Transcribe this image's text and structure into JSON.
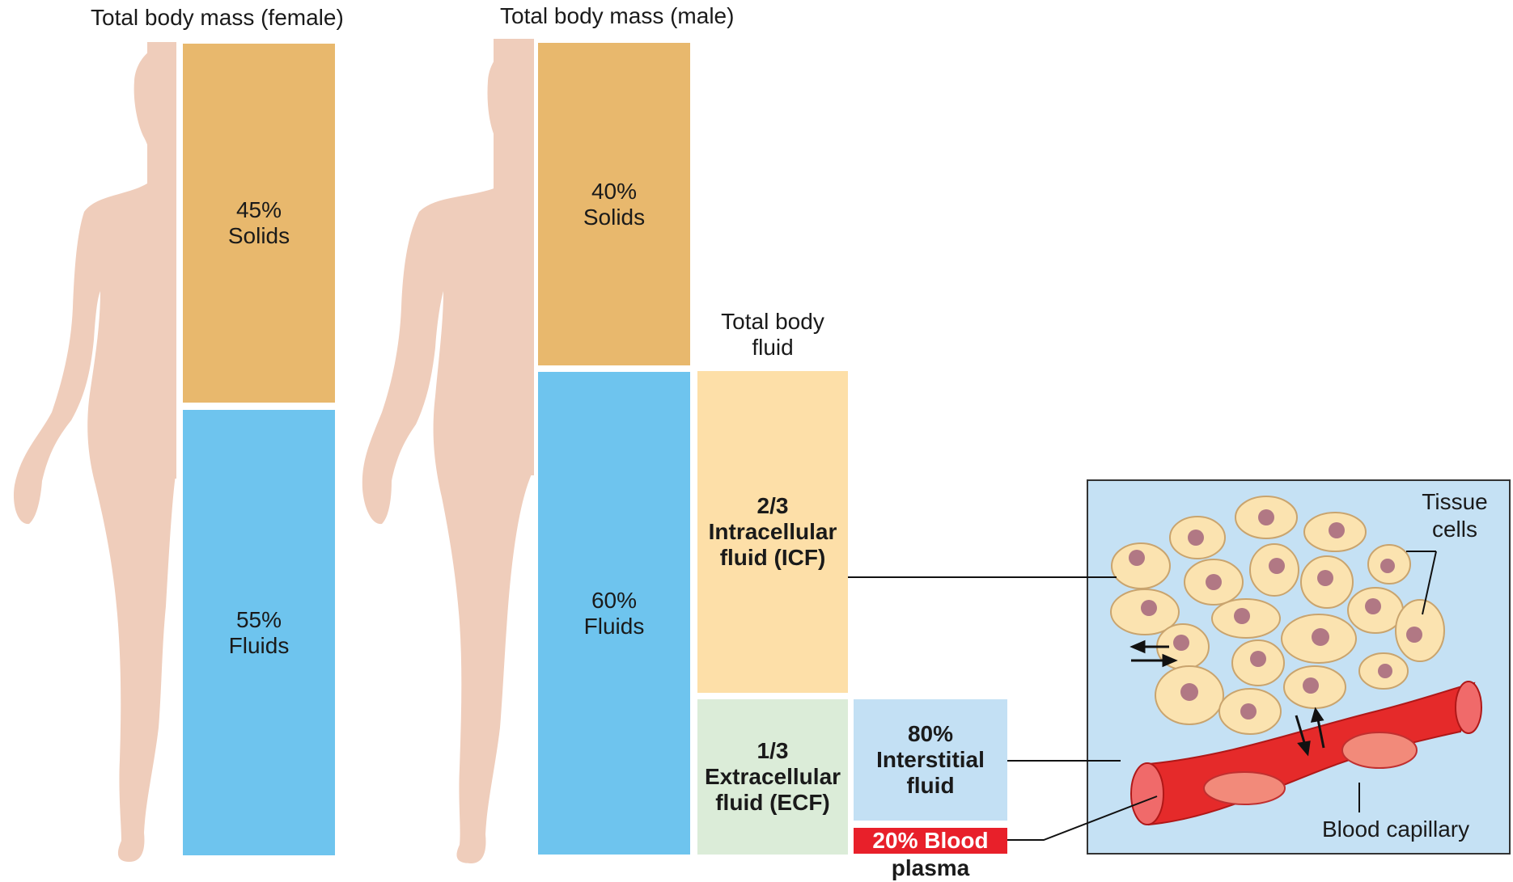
{
  "female": {
    "title": "Total body mass (female)",
    "solids": {
      "pct": "45%",
      "label": "Solids"
    },
    "fluids": {
      "pct": "55%",
      "label": "Fluids"
    }
  },
  "male": {
    "title": "Total body mass (male)",
    "solids": {
      "pct": "40%",
      "label": "Solids"
    },
    "fluids": {
      "pct": "60%",
      "label": "Fluids"
    }
  },
  "total_fluid": {
    "line1": "Total body",
    "line2": "fluid"
  },
  "icf": {
    "fraction": "2/3",
    "line1": "Intracellular",
    "line2": "fluid (ICF)"
  },
  "ecf": {
    "fraction": "1/3",
    "line1": "Extracellular",
    "line2": "fluid (ECF)"
  },
  "interstitial": {
    "pct": "80%",
    "line1": "Interstitial",
    "line2": "fluid"
  },
  "plasma": {
    "line1": "20% Blood",
    "line2": "plasma"
  },
  "inset": {
    "tissue_label_1": "Tissue",
    "tissue_label_2": "cells",
    "capillary_label": "Blood capillary"
  },
  "colors": {
    "skin": "#efcdbb",
    "solids": "#e8b86d",
    "fluids": "#6ec4ee",
    "icf": "#fddfa8",
    "ecf": "#dbecd8",
    "interstitial": "#c3e0f4",
    "plasma": "#e8202a",
    "inset_bg": "#c5e1f4",
    "cell": "#fbe3b0",
    "nucleus": "#b17884",
    "vessel": "#e52a2a"
  }
}
